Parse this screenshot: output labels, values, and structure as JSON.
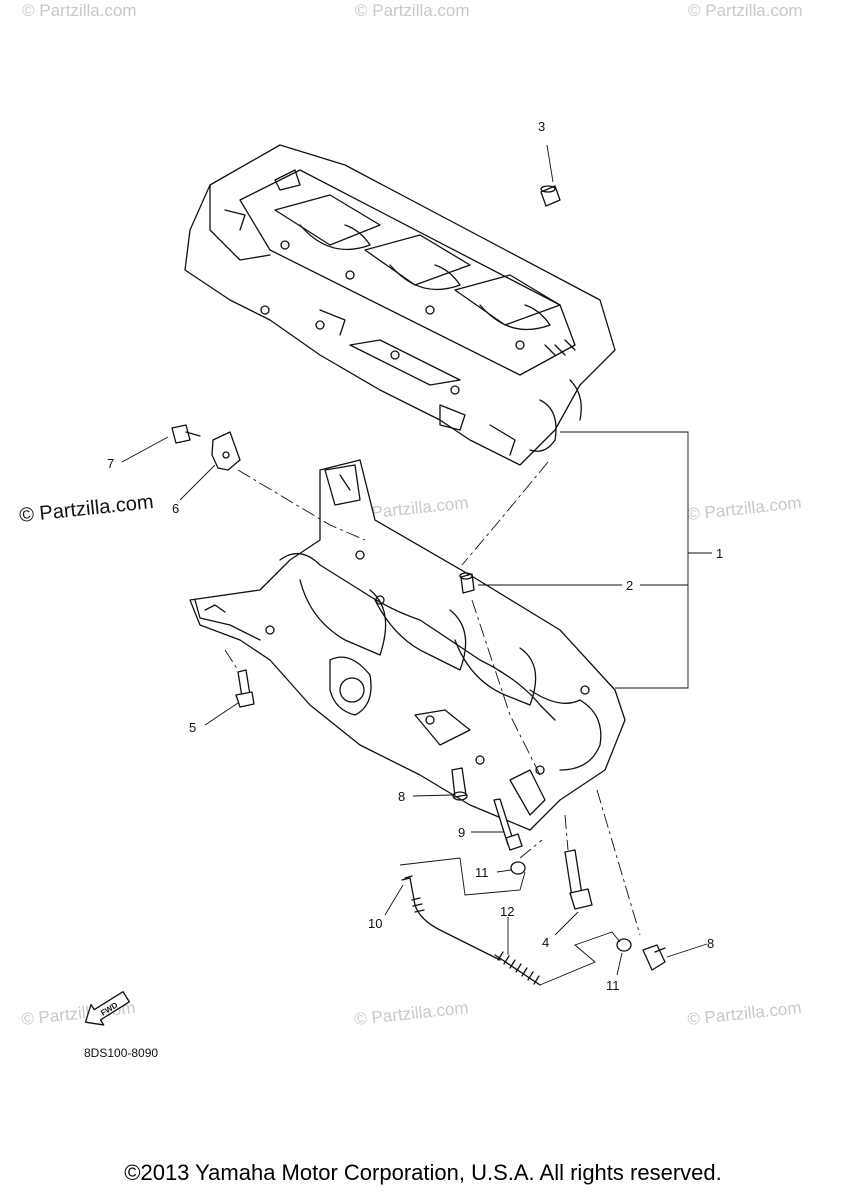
{
  "watermark": {
    "text": "© Partzilla.com",
    "strong_text": "© Partzilla.com"
  },
  "callouts": {
    "c1": "1",
    "c2": "2",
    "c3": "3",
    "c4": "4",
    "c5": "5",
    "c6": "6",
    "c7": "7",
    "c8a": "8",
    "c8b": "8",
    "c9": "9",
    "c10": "10",
    "c11a": "11",
    "c11b": "11",
    "c12": "12"
  },
  "fwd_label": "FWD",
  "diagram_code": "8DS100-8090",
  "copyright": "©2013 Yamaha Motor Corporation, U.S.A. All rights reserved."
}
